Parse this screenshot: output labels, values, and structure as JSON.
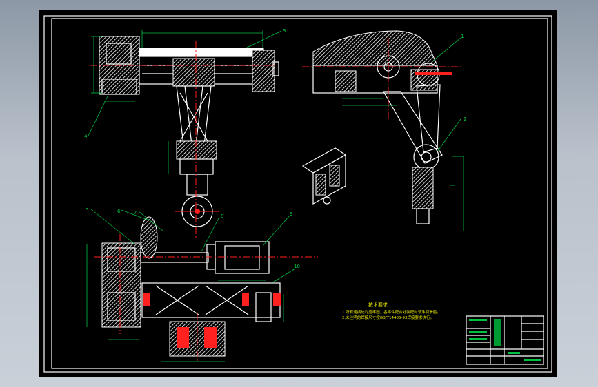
{
  "drawing": {
    "background": "#000000",
    "line_color": "#ffffff",
    "dimension_color": "#00c040",
    "centerline_color": "#ff2020",
    "note_color": "#e0e000"
  },
  "balloons": {
    "b1": "1",
    "b2": "2",
    "b3": "3",
    "b4": "4",
    "b5": "5",
    "b6": "6",
    "b7": "7",
    "b8": "8",
    "b9": "9",
    "b10": "10"
  },
  "notes": {
    "heading": "技术要求",
    "line1": "1.所有连接处均应牢固，各零件配合处装配时须涂润滑脂。",
    "line2": "2.未注明的焊接尺寸按GB/T14405-93焊接要求执行。"
  }
}
